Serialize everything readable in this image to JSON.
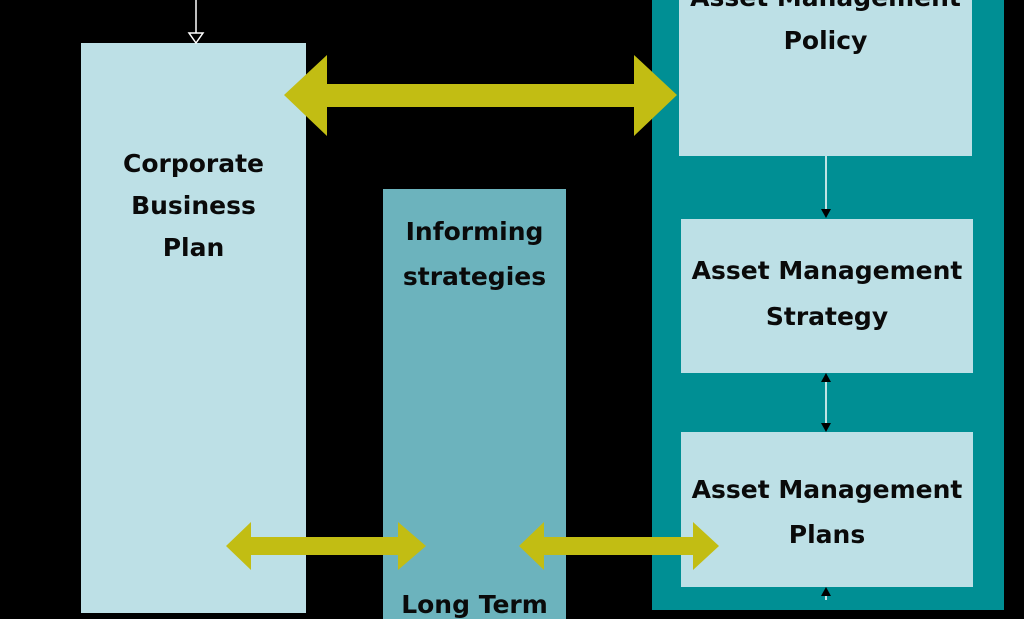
{
  "colors": {
    "background": "#000000",
    "light_box": "#bde0e6",
    "informing_box": "#6cb3bd",
    "am_panel": "#008f94",
    "arrow": "#c2bd13",
    "connector": "#ffffff",
    "text": "#0a0a0a"
  },
  "boxes": {
    "corporate_business_plan": "Corporate\nBusiness\nPlan",
    "informing_strategies": "Informing\nstrategies",
    "informing_bottom_partial": "Long Term",
    "am_policy": "Asset Management\nPolicy",
    "am_strategy": "Asset Management\nStrategy",
    "am_plans": "Asset Management\nPlans"
  }
}
